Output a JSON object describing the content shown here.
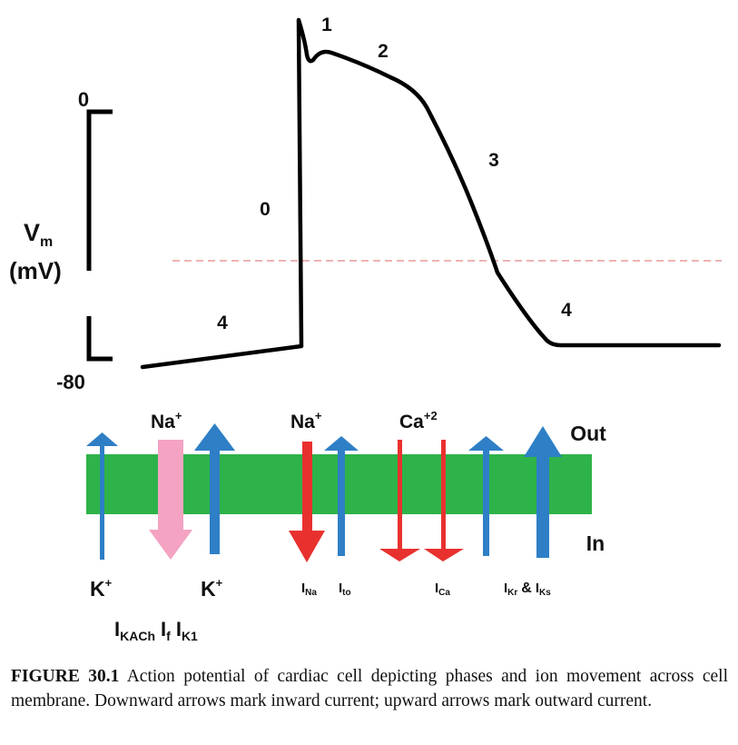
{
  "axis": {
    "label_line1": "V",
    "label_sub": "m",
    "label_line2": "(mV)",
    "top_tick": "0",
    "bottom_tick": "-80"
  },
  "phases": {
    "p0": "0",
    "p1": "1",
    "p2": "2",
    "p3": "3",
    "p4_left": "4",
    "p4_right": "4"
  },
  "membrane": {
    "out_label": "Out",
    "in_label": "In",
    "color": "#2eb34a"
  },
  "ions": {
    "na1": {
      "base": "Na",
      "sup": "+"
    },
    "na2": {
      "base": "Na",
      "sup": "+"
    },
    "ca": {
      "base": "Ca",
      "sup": "+2"
    },
    "k1": {
      "base": "K",
      "sup": "+"
    },
    "k2": {
      "base": "K",
      "sup": "+"
    }
  },
  "currents": {
    "ina": {
      "base": "I",
      "sub": "Na"
    },
    "ito": {
      "base": "I",
      "sub": "to"
    },
    "ica": {
      "base": "I",
      "sub": "Ca"
    },
    "ikr": {
      "base": "I",
      "sub": "Kr"
    },
    "amp": "&",
    "iks": {
      "base": "I",
      "sub": "Ks"
    },
    "ikach": {
      "base": "I",
      "sub": "KACh"
    },
    "if": {
      "base": "I",
      "sub": "f"
    },
    "ik1": {
      "base": "I",
      "sub": "K1"
    }
  },
  "colors": {
    "outward_arrow": "#2e7fc6",
    "inward_arrow": "#e8312f",
    "funny_arrow": "#f4a3c3",
    "threshold_line": "#e79a9a"
  },
  "caption": {
    "figure_label": "FIGURE 30.1",
    "text": " Action potential of cardiac cell depicting phases and ion movement across cell membrane. Downward arrows mark inward current; upward arrows mark outward current."
  }
}
